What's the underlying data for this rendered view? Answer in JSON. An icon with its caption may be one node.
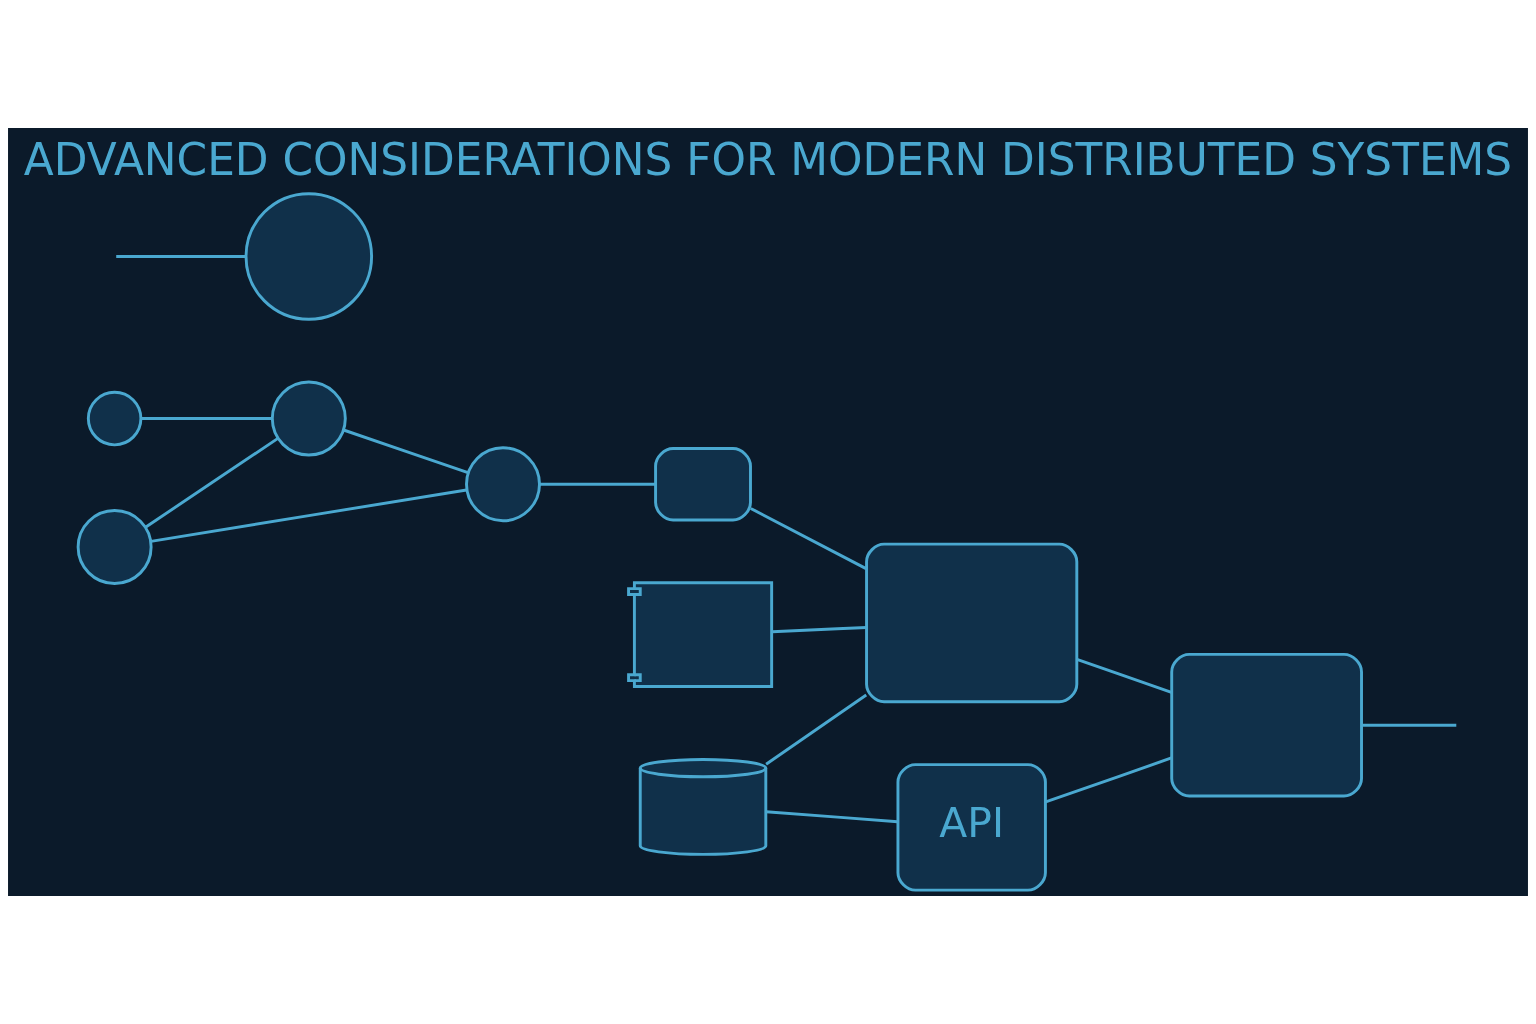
{
  "diagram": {
    "title": "ADVANCED CONSIDERATIONS FOR MODERN DISTRIBUTED SYSTEMS",
    "nodes": [
      {
        "text": [],
        "shape": "circle"
      },
      {
        "text": [],
        "shape": "circle"
      },
      {
        "text": [],
        "shape": "circle"
      },
      {
        "text": [],
        "shape": "circle"
      },
      {
        "text": [],
        "shape": "box"
      },
      {
        "text": [],
        "shape": "picture"
      },
      {
        "text": [],
        "shape": "box"
      },
      {
        "text": [],
        "shape": "cylinder"
      },
      {
        "text": [
          "API"
        ]
      },
      {
        "text": [],
        "shape": "box"
      },
      {
        "text": [],
        "shape": "circle"
      }
    ],
    "edges": [
      {
        "from": 0,
        "to": 3,
        "arrow": "none"
      },
      {
        "from": 1,
        "to": 2,
        "arrow": "none"
      },
      {
        "from": 0,
        "to": 2,
        "arrow": "none"
      },
      {
        "from": 2,
        "to": 3,
        "arrow": "none"
      },
      {
        "from": 3,
        "to": 4,
        "arrow": "none"
      },
      {
        "from": 4,
        "to": 6,
        "arrow": "none"
      },
      {
        "from": 5,
        "to": 6,
        "arrow": "none"
      },
      {
        "from": 7,
        "to": 6,
        "arrow": "none"
      },
      {
        "from": 7,
        "to": 8,
        "arrow": "none"
      },
      {
        "from": 8,
        "to": 9,
        "arrow": "none"
      },
      {
        "from": 6,
        "to": 9,
        "arrow": "none"
      },
      {
        "from": 9,
        "to": null,
        "arrow": "none"
      },
      {
        "from": null,
        "to": 10,
        "arrow": "none"
      }
    ]
  }
}
